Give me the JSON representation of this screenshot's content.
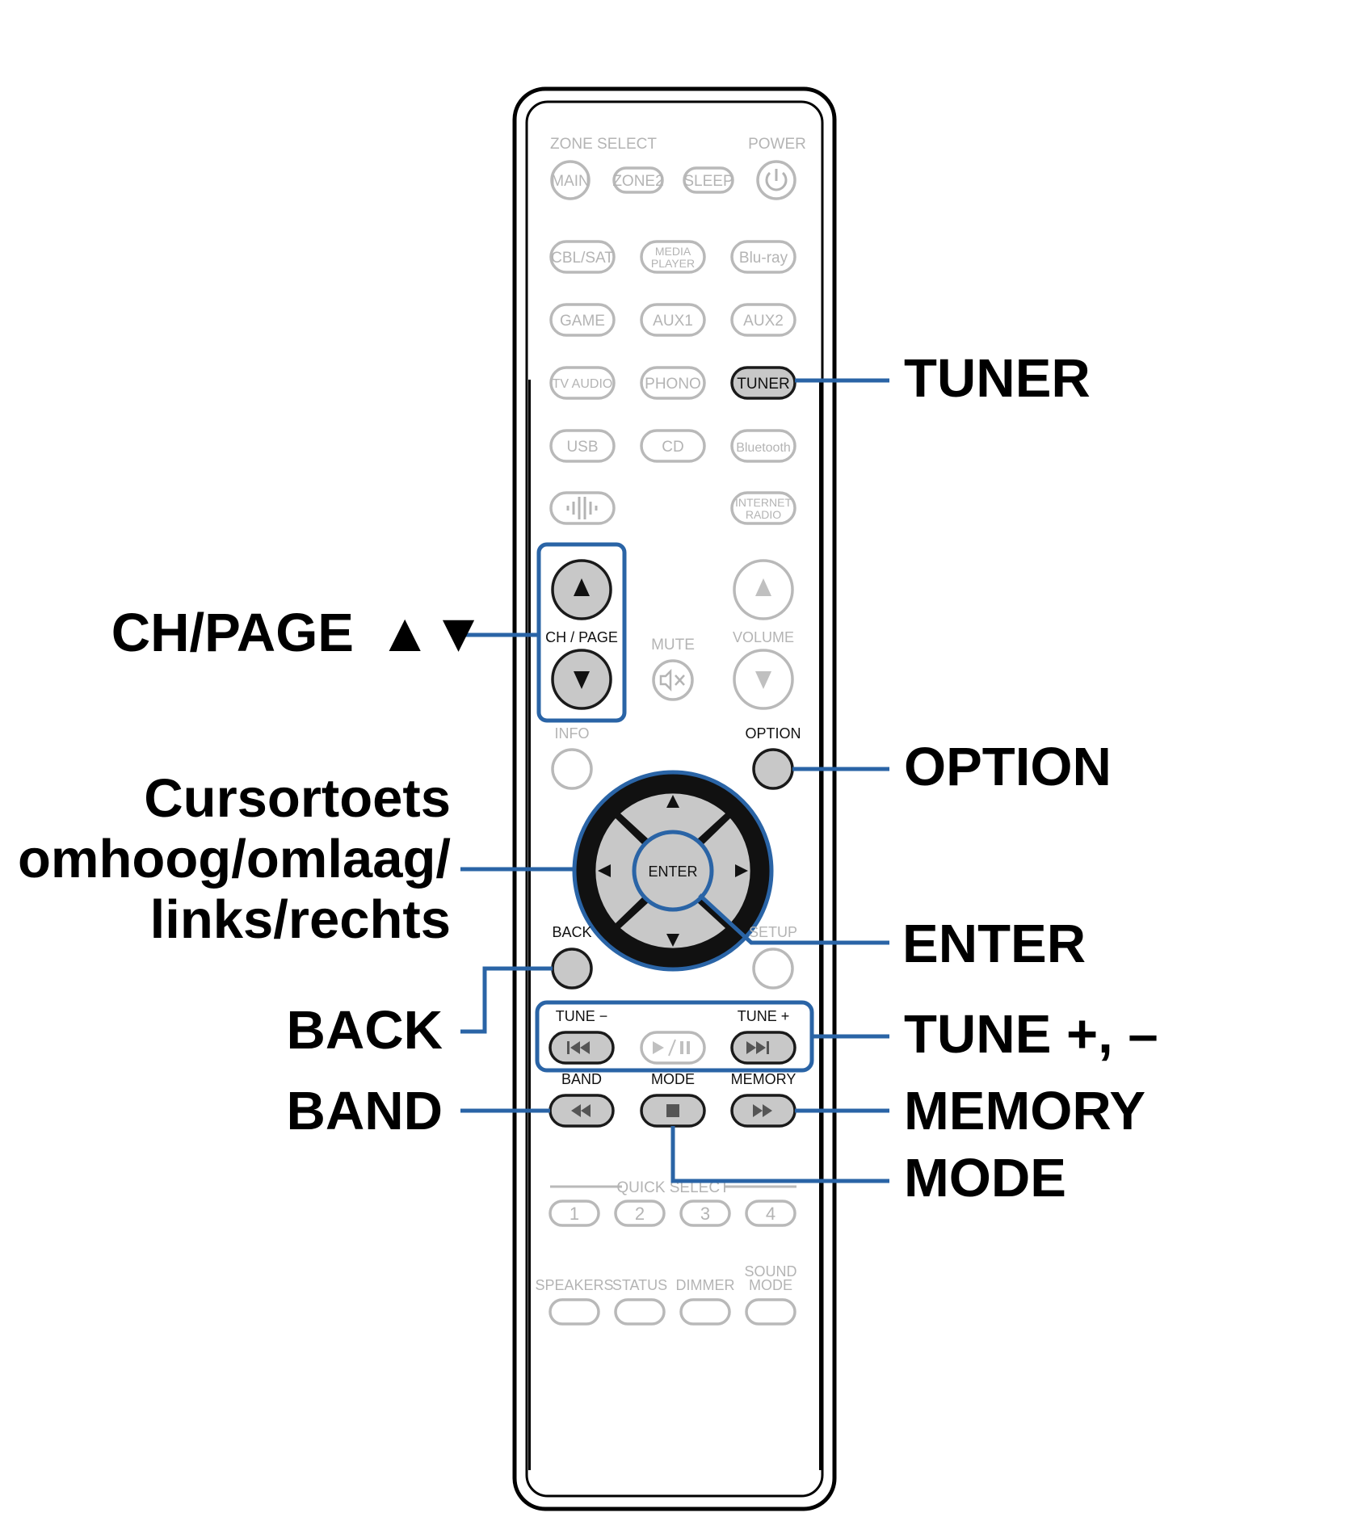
{
  "remote": {
    "zone_select_label": "ZONE SELECT",
    "power_label": "POWER",
    "main_label": "MAIN",
    "zone2_label": "ZONE2",
    "sleep_label": "SLEEP",
    "cbl_sat_label": "CBL/SAT",
    "media_player_line1": "MEDIA",
    "media_player_line2": "PLAYER",
    "bluray_label": "Blu-ray",
    "game_label": "GAME",
    "aux1_label": "AUX1",
    "aux2_label": "AUX2",
    "tv_audio_label": "TV AUDIO",
    "phono_label": "PHONO",
    "tuner_label": "TUNER",
    "usb_label": "USB",
    "cd_label": "CD",
    "bluetooth_label": "Bluetooth",
    "internet_radio_line1": "INTERNET",
    "internet_radio_line2": "RADIO",
    "ch_page_label": "CH / PAGE",
    "mute_label": "MUTE",
    "volume_label": "VOLUME",
    "info_label": "INFO",
    "option_label": "OPTION",
    "enter_label": "ENTER",
    "back_label": "BACK",
    "setup_label": "SETUP",
    "tune_minus_label": "TUNE −",
    "tune_plus_label": "TUNE +",
    "band_label": "BAND",
    "mode_label": "MODE",
    "memory_label": "MEMORY",
    "quick_select_label": "QUICK SELECT",
    "quick_select_1": "1",
    "quick_select_2": "2",
    "quick_select_3": "3",
    "quick_select_4": "4",
    "speakers_label": "SPEAKERS",
    "status_label": "STATUS",
    "dimmer_label": "DIMMER",
    "sound_mode_line1": "SOUND",
    "sound_mode_line2": "MODE"
  },
  "callouts": {
    "tuner": "TUNER",
    "ch_page": "CH/PAGE",
    "ch_page_arrows": "▲▼",
    "option": "OPTION",
    "cursor_line1": "Cursortoets",
    "cursor_line2": "omhoog/omlaag/",
    "cursor_line3": "links/rechts",
    "enter": "ENTER",
    "back": "BACK",
    "tune": "TUNE +, –",
    "band": "BAND",
    "memory": "MEMORY",
    "mode": "MODE"
  },
  "colors": {
    "highlight_blue": "#2a64a6",
    "button_grey": "#c8c8c8"
  }
}
